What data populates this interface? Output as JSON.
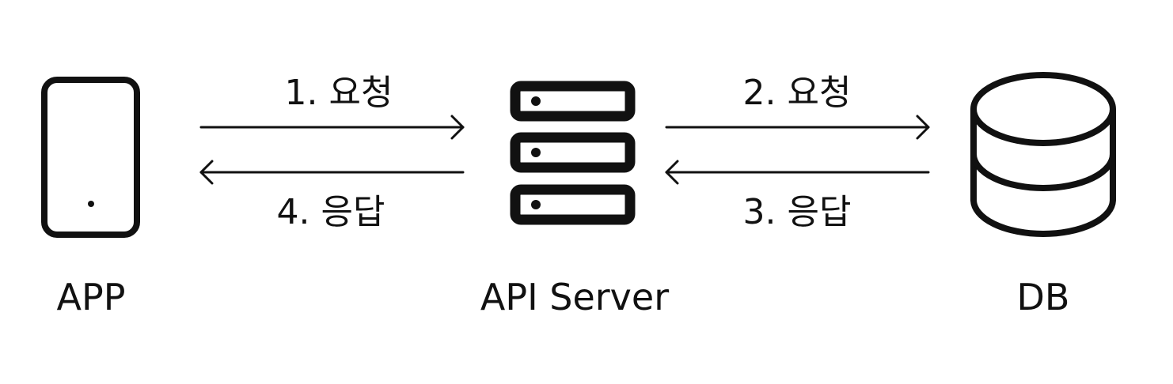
{
  "nodes": {
    "app": {
      "label": "APP",
      "icon": "smartphone-icon"
    },
    "server": {
      "label": "API Server",
      "icon": "server-rack-icon"
    },
    "db": {
      "label": "DB",
      "icon": "database-icon"
    }
  },
  "edges": {
    "app_to_server": {
      "label": "1. 요청",
      "direction": "right"
    },
    "server_to_db": {
      "label": "2. 요청",
      "direction": "right"
    },
    "db_to_server": {
      "label": "3. 응답",
      "direction": "left"
    },
    "server_to_app": {
      "label": "4. 응답",
      "direction": "left"
    }
  },
  "colors": {
    "stroke": "#111111",
    "background": "#ffffff"
  }
}
